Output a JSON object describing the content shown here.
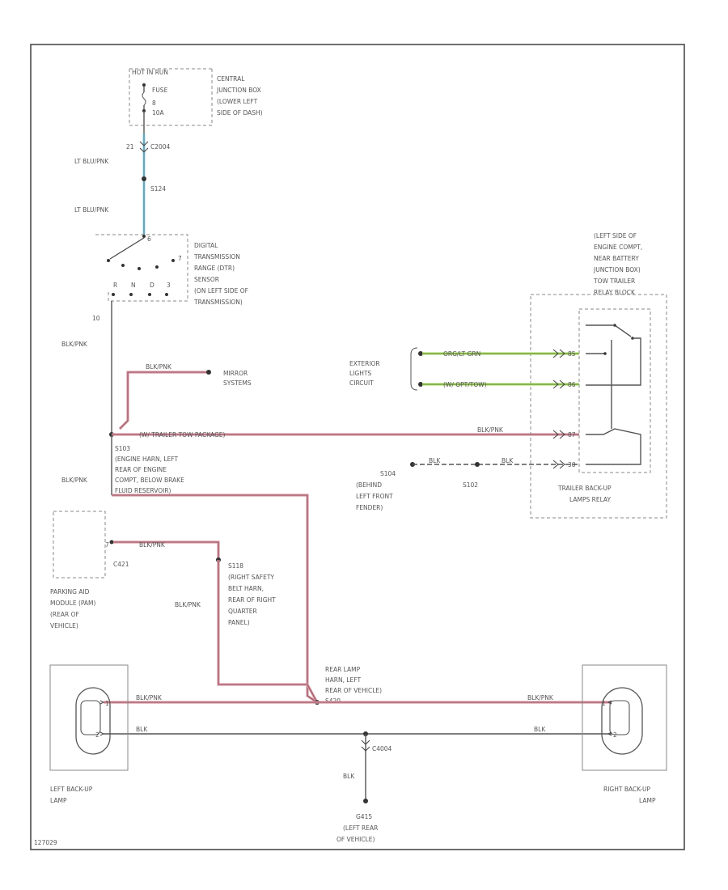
{
  "fuse_block": {
    "top": "HOT IN RUN",
    "fuse": "FUSE",
    "fuse_num": "8",
    "amps": "10A",
    "location": [
      "CENTRAL",
      "JUNCTION BOX",
      "(LOWER LEFT",
      "SIDE OF DASH)"
    ]
  },
  "connector_c2004": {
    "pin": "21",
    "name": "C2004"
  },
  "wire_lt_blu_1": "LT BLU/PNK",
  "splice_s124": "S124",
  "wire_lt_blu_2": "LT BLU/PNK",
  "dtr_sensor": {
    "lines": [
      "DIGITAL",
      "TRANSMISSION",
      "RANGE (DTR)",
      "SENSOR",
      "(ON LEFT SIDE OF",
      "TRANSMISSION)"
    ],
    "pin_top": "6",
    "pin_right": "7",
    "pin_b1": "R",
    "pin_b2": "N",
    "pin_b3": "D",
    "pin_b4": "3",
    "pin_out": "10"
  },
  "wire_blk_pnk_1": "BLK/PNK",
  "mirror_wire": "BLK/PNK",
  "mirror_system": [
    "MIRROR",
    "SYSTEMS"
  ],
  "wire_trailer_tow": "(W/ TRAILER TOW PACKAGE)",
  "splice_s103": [
    "S103",
    "(ENGINE HARN, LEFT",
    "REAR OF ENGINE",
    "COMPT, BELOW BRAKE",
    "FLUID RESERVOIR)"
  ],
  "wire_blk_pnk_2": "BLK/PNK",
  "relay_location": [
    "(LEFT SIDE OF",
    "ENGINE COMPT,",
    "NEAR BATTERY",
    "JUNCTION BOX)",
    "TOW TRAILER",
    "RELAY BLOCK"
  ],
  "exterior_lights": [
    "EXTERIOR",
    "LIGHTS",
    "CIRCUIT"
  ],
  "green_wire_1": "ORG/LT GRN",
  "green_wire_2": "(W/ OPT/TOW)",
  "relay_pin_1": "85",
  "relay_pin_2": "86",
  "relay_pin_3": "87",
  "relay_pin_4": "30",
  "relay_out_wire": "BLK/PNK",
  "ground_s104": [
    "S104",
    "(BEHIND",
    "LEFT FRONT",
    "FENDER)"
  ],
  "blk_wire_1": "BLK",
  "blk_wire_2": "BLK",
  "splice_s102": "S102",
  "trailer_relay": [
    "TRAILER BACK-UP",
    "LAMPS RELAY"
  ],
  "pam_module": [
    "PARKING AID",
    "MODULE (PAM)",
    "(REAR OF",
    "VEHICLE)"
  ],
  "pam_connector": "C421",
  "pam_wire": "BLK/PNK",
  "pam_pin": "7",
  "splice_s118": [
    "S118",
    "(RIGHT SAFETY",
    "BELT HARN,",
    "REAR OF RIGHT",
    "QUARTER",
    "PANEL)"
  ],
  "wire_blk_pnk_3": "BLK/PNK",
  "rear_harness": [
    "REAR LAMP",
    "HARN, LEFT",
    "REAR OF VEHICLE)",
    "S420"
  ],
  "lamp_wire_left": "BLK/PNK",
  "lamp_wire_right": "BLK/PNK",
  "lamp_blk_left": "BLK",
  "lamp_blk_right": "BLK",
  "lamp_pin_1": "1",
  "lamp_pin_2": "2",
  "c4004": "C4004",
  "ground_wire": "BLK",
  "ground_g415": [
    "G415",
    "(LEFT REAR",
    "OF VEHICLE)"
  ],
  "left_lamp": [
    "LEFT BACK-UP",
    "LAMP"
  ],
  "right_lamp": [
    "RIGHT BACK-UP",
    "LAMP"
  ],
  "footer_code": "127029"
}
